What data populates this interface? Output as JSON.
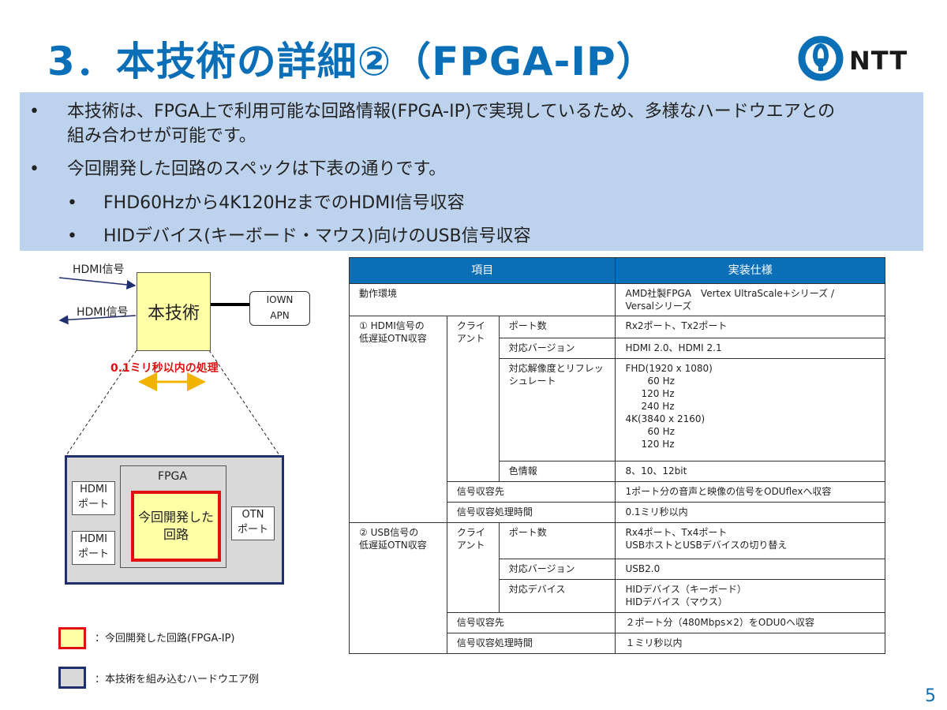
{
  "title": "3．本技術の詳細②（FPGA-IP）",
  "logo": {
    "text": "NTT",
    "color": "#0b6fb8"
  },
  "bullets": {
    "b1_line1": "本技術は、FPGA上で利用可能な回路情報(FPGA-IP)で実現しているため、多様なハードウエアとの",
    "b1_line2": "組み合わせが可能です。",
    "b2": "今回開発した回路のスペックは下表の通りです。",
    "b2_sub1": "FHD60Hzから4K120HzまでのHDMI信号収容",
    "b2_sub2": "HIDデバイス(キーボード・マウス)向けのUSB信号収容",
    "marker": "•"
  },
  "diagram": {
    "hdmi_in": "HDMI信号",
    "hdmi_out": "HDMI信号",
    "main_box": "本技術",
    "iown_line1": "IOWN",
    "iown_line2": "APN",
    "latency": "0.1ミリ秒以内の処理",
    "fpga": "FPGA",
    "circuit_line1": "今回開発した",
    "circuit_line2": "回路",
    "hdmi_port1_l1": "HDMI",
    "hdmi_port1_l2": "ポート",
    "hdmi_port2_l1": "HDMI",
    "hdmi_port2_l2": "ポート",
    "otn_l1": "OTN",
    "otn_l2": "ポート"
  },
  "legend": {
    "item1": "：今回開発した回路(FPGA-IP)",
    "item2": "：本技術を組み込むハードウエア例"
  },
  "table": {
    "header_item": "項目",
    "header_spec": "実装仕様",
    "env_label": "動作環境",
    "env_value_l1": "AMD社製FPGA　Vertex UltraScale+シリーズ /",
    "env_value_l2": "Versalシリーズ",
    "hdmi_group_l1": "① HDMI信号の",
    "hdmi_group_l2": "低遅延OTN収容",
    "client_l1": "クライ",
    "client_l2": "アント",
    "client2_l1": "クライ",
    "client2_l2": "アント",
    "ports_label": "ポート数",
    "ports_value": "Rx2ポート、Tx2ポート",
    "version_label": "対応バージョン",
    "version_value": "HDMI 2.0、HDMI 2.1",
    "res_label_l1": "対応解像度とリフレッ",
    "res_label_l2": "シュレート",
    "res_lines": [
      "FHD(1920 x 1080)",
      "60 Hz",
      "120 Hz",
      "240 Hz",
      "4K(3840 x 2160)",
      "60 Hz",
      "120 Hz"
    ],
    "color_label": "色情報",
    "color_value": "8、10、12bit",
    "dest_label": "信号収容先",
    "dest_value": "1ポート分の音声と映像の信号をODUflexへ収容",
    "time_label": "信号収容処理時間",
    "time_value": "0.1ミリ秒以内",
    "usb_group_l1": "② USB信号の",
    "usb_group_l2": "低遅延OTN収容",
    "usb_ports_label": "ポート数",
    "usb_ports_l1": "Rx4ポート、Tx4ポート",
    "usb_ports_l2": "USBホストとUSBデバイスの切り替え",
    "usb_version_label": "対応バージョン",
    "usb_version_value": "USB2.0",
    "usb_device_label": "対応デバイス",
    "usb_device_l1": "HIDデバイス（キーボード）",
    "usb_device_l2": "HIDデバイス（マウス）",
    "usb_dest_label": "信号収容先",
    "usb_dest_value": "２ポート分（480Mbps×2）をODU0へ収容",
    "usb_time_label": "信号収容処理時間",
    "usb_time_value": "１ミリ秒以内"
  },
  "page_number": "5"
}
